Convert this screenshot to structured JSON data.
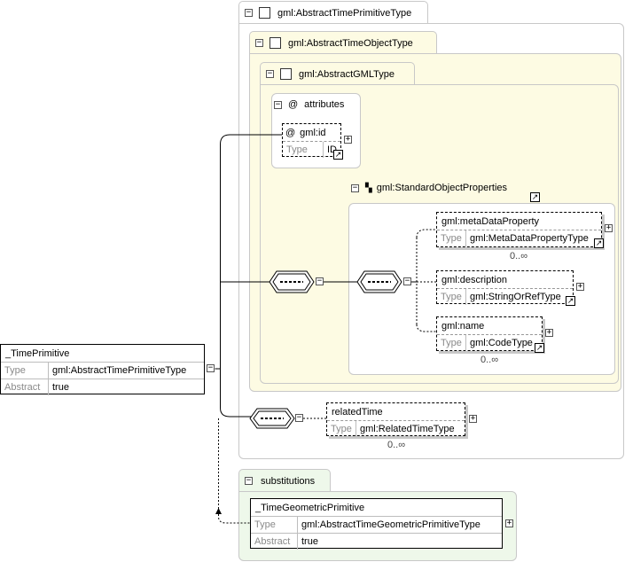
{
  "abstract_time_primitive_type": {
    "label": "gml:AbstractTimePrimitiveType"
  },
  "abstract_time_object_type": {
    "label": "gml:AbstractTimeObjectType"
  },
  "abstract_gml_type": {
    "label": "gml:AbstractGMLType"
  },
  "attributes": {
    "label": "attributes",
    "id_attr": {
      "name": "gml:id",
      "type_key": "Type",
      "type_value": "ID"
    }
  },
  "standard_object_properties": {
    "label": "gml:StandardObjectProperties"
  },
  "meta_data_property": {
    "name": "gml:metaDataProperty",
    "type_key": "Type",
    "type_value": "gml:MetaDataPropertyType",
    "occurs": "0..∞"
  },
  "description": {
    "name": "gml:description",
    "type_key": "Type",
    "type_value": "gml:StringOrRefType"
  },
  "name_elem": {
    "name": "gml:name",
    "type_key": "Type",
    "type_value": "gml:CodeType",
    "occurs": "0..∞"
  },
  "time_primitive": {
    "name": "_TimePrimitive",
    "type_key": "Type",
    "type_value": "gml:AbstractTimePrimitiveType",
    "abstract_key": "Abstract",
    "abstract_value": "true"
  },
  "related_time": {
    "name": "relatedTime",
    "type_key": "Type",
    "type_value": "gml:RelatedTimeType",
    "occurs": "0..∞"
  },
  "substitutions": {
    "label": "substitutions",
    "element": {
      "name": "_TimeGeometricPrimitive",
      "type_key": "Type",
      "type_value": "gml:AbstractTimeGeometricPrimitiveType",
      "abstract_key": "Abstract",
      "abstract_value": "true"
    }
  },
  "colors": {
    "group_fill": "#fdfbe3",
    "subst_fill": "#eef8ea",
    "panel_border": "#c8c8c8"
  }
}
